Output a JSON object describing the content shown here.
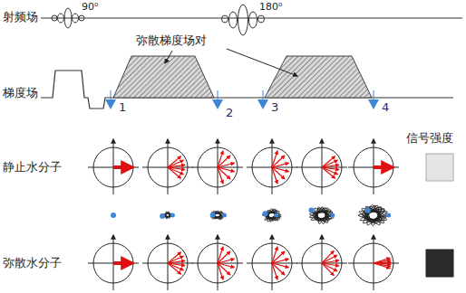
{
  "diagram": {
    "labels": [
      "射频场",
      "90⁰",
      "180⁰",
      "弥散梯度场对",
      "梯度场",
      "1",
      "2",
      "3",
      "4",
      "信号强度",
      "静止水分子",
      "弥散水分子"
    ]
  }
}
